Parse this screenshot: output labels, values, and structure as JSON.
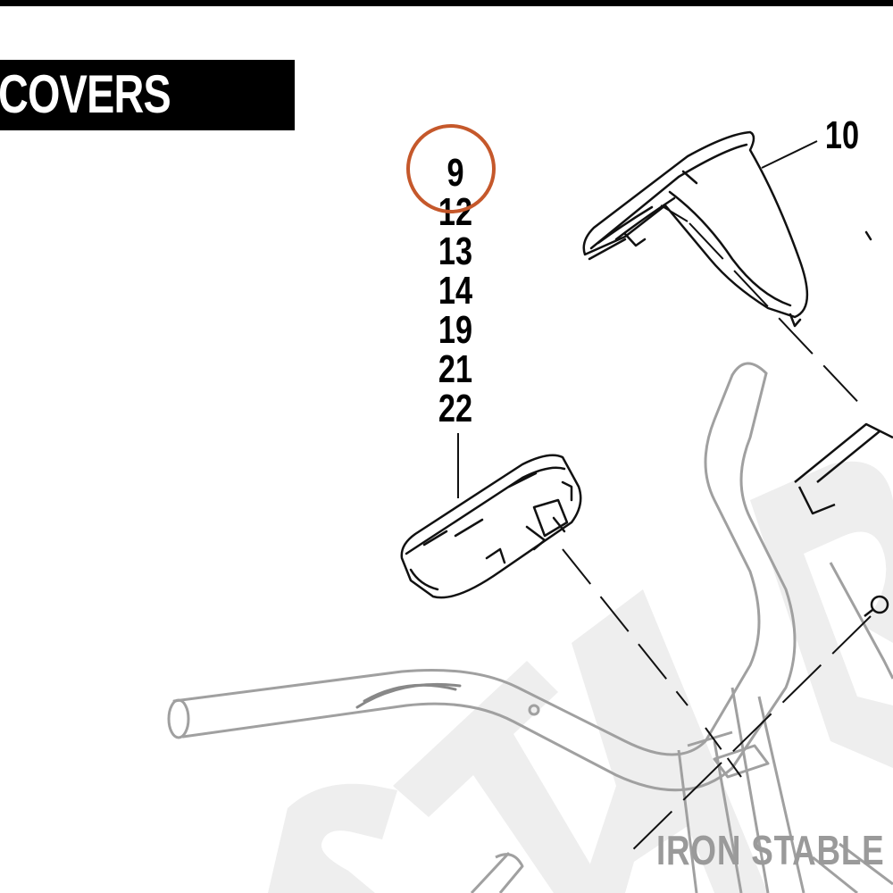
{
  "section": {
    "title": "COVERS"
  },
  "callouts": {
    "left_stack": [
      "9",
      "12",
      "13",
      "14",
      "19",
      "21",
      "22"
    ],
    "right_label": "10"
  },
  "highlight": {
    "target": "9",
    "color": "#c5582b"
  },
  "watermark": {
    "text": "IRON STABLE",
    "background_mark": "STAR",
    "color": "#9a9a9a"
  },
  "icons": {
    "parts": [
      "console-display-part",
      "upper-console-cover-part",
      "handlebar-part",
      "fitness-frame-part",
      "screw-part"
    ]
  }
}
